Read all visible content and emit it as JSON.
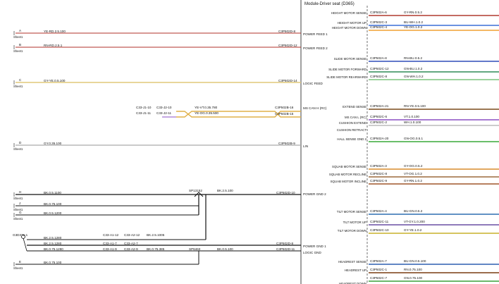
{
  "header": {
    "module_title": "Module-Driver seat (D365)"
  },
  "sheet_label": "Sheet1",
  "left": [
    {
      "pin": "A",
      "wire": "YE-RD.2.5.100",
      "conn": "C3P502D-8",
      "net": "POWER FEED 1"
    },
    {
      "pin": "B",
      "wire": "RN-RD.2.5.1",
      "conn": "C3P502D-12",
      "net": "POWER FEED 2"
    },
    {
      "pin": "C",
      "wire": "GY-YE.0.5.100",
      "conn": "C3P502D-14",
      "net": "LOGIC FEED"
    },
    {
      "pin": "D",
      "wire": "GY.0.35.100",
      "conn": "C3P502B-9",
      "net": "LIN"
    },
    {
      "pin": "H",
      "wire": "BK.0.5.1100",
      "conn": "C3P502D-10",
      "net": "POWER GND 2"
    },
    {
      "pin": "J",
      "wire": "BK.0.75.100",
      "conn": "",
      "net": ""
    },
    {
      "pin": "G",
      "wire": "BK.0.5.1200",
      "conn": "",
      "net": ""
    },
    {
      "pin": "G3D376-1",
      "wire": "BK.2.5.1280",
      "conn": "",
      "net": ""
    },
    {
      "pin": "",
      "wire": "BK.2.5.1280",
      "conn": "C3P502D-8",
      "net": "POWER GND 1"
    },
    {
      "pin": "",
      "wire": "BK.0.75.1280",
      "conn": "C3P502D-11",
      "net": "LOGIC GND"
    },
    {
      "pin": "E",
      "wire": "BK.0.75.100",
      "conn": "",
      "net": ""
    }
  ],
  "can": {
    "j1": "C33-J1-10",
    "j2": "C33-J2-10",
    "j3": "C33-J1-11",
    "j4": "C33-J2-11",
    "w1": "YE-VT.0.35.780",
    "w2": "YE-OG.0.35.500",
    "c1": "C3P502B-16",
    "c2": "C3P502B-15"
  },
  "splices": {
    "sp1": "SP13152",
    "sp1_wire": "BK.2.5.100",
    "a1": "C33-A1-12",
    "a2": "C33-A2-12",
    "a_wire": "BK.2.5.1005",
    "b1": "C33-A1-7",
    "b2": "C33-A2-7",
    "c1": "C33-A1-9",
    "c2": "C33-A2-9",
    "c_wire": "BK.0.75.385",
    "sp2": "SP6463",
    "sp2_wire": "BK.0.5.100"
  },
  "right": [
    {
      "signal": "HEIGHT MOTOR SENSE",
      "conn": "C3P502A-6",
      "wire": "GY-RN.0.5.2",
      "color": "#b03a2e"
    },
    {
      "signal": "HEIGHT MOTOR UP",
      "conn": "C3P502C-3",
      "wire": "BU-WH.1.0.2",
      "color": "#3b6fd6"
    },
    {
      "signal": "HEIGHT MOTOR DOWN",
      "conn": "C3P502C-4",
      "wire": "YE-OG.1.0.2",
      "color": "#f0a030"
    },
    {
      "signal": "SLIDE MOTOR SENSE",
      "conn": "C3P502A-8",
      "wire": "RN-BU.0.5.2",
      "color": "#2e4bb8"
    },
    {
      "signal": "SLIDE MOTOR FORWARD",
      "conn": "C3P502C-12",
      "wire": "GN-BU.1.0.2",
      "color": "#2e8b57"
    },
    {
      "signal": "SLIDE MOTOR REARWARD",
      "conn": "C3P502C-8",
      "wire": "GN-WH.1.0.2",
      "color": "#7cc47c"
    },
    {
      "signal": "EXTEND SENSE",
      "conn": "C3P502A-21",
      "wire": "RN-YE.0.5.100",
      "color": "#7a4a1a"
    },
    {
      "signal": "MS CAN L (RC)",
      "conn": "C3P502C-6",
      "wire": "VT.1.0.100",
      "color": "#8a4fc4"
    },
    {
      "signal": "CUSHION EXTEND",
      "conn": "C3P502C-2",
      "wire": "WH.1.0.100",
      "color": "#bbbbbb"
    },
    {
      "signal": "CUSHION RETRACT",
      "conn": "",
      "wire": "",
      "color": ""
    },
    {
      "signal": "HALL SENSE GND 2",
      "conn": "C3P502A-20",
      "wire": "GN-OG.0.5.1",
      "color": "#38a838"
    },
    {
      "signal": "SQUAB MOTOR SENSE",
      "conn": "C3P502A-3",
      "wire": "GY-OG.0.5.2",
      "color": "#d98b2b"
    },
    {
      "signal": "SQUAB MOTOR RECLINE",
      "conn": "C3P502C-8",
      "wire": "VT-OG.1.0.2",
      "color": "#9b6a3c"
    },
    {
      "signal": "SQUAB MOTOR INCLINE",
      "conn": "C3P502C-9",
      "wire": "GY-RN.1.0.2",
      "color": "#a0562a"
    },
    {
      "signal": "TILT MOTOR SENSE",
      "conn": "C3P502A-4",
      "wire": "BU-GN.0.5.2",
      "color": "#2d6fb0"
    },
    {
      "signal": "TILT MOTOR UP",
      "conn": "C3P502C-11",
      "wire": "VT-GY.1.0.200",
      "color": "#6a4fa4"
    },
    {
      "signal": "TILT MOTOR DOWN",
      "conn": "C3P502C-10",
      "wire": "GY-YE.1.0.2",
      "color": "#c8b02a"
    },
    {
      "signal": "HEADREST SENSE",
      "conn": "C3P502A-7",
      "wire": "BU-GN.0.5.100",
      "color": "#2d5fb0"
    },
    {
      "signal": "HEADREST UP",
      "conn": "C3P502C-1",
      "wire": "RN.0.75.100",
      "color": "#7a3d12"
    },
    {
      "signal": "",
      "conn": "C3P502C-7",
      "wire": "GN.0.75.100",
      "color": "#3aa03a"
    }
  ],
  "extra_right_labels": {
    "ms_can_h": "MS CAN H (RC)",
    "headrest_down": "HEADREST DOWN"
  },
  "colors": {
    "red": "#b0322a",
    "black": "#111111",
    "gray": "#9a9a9a",
    "ochre": "#e0b048"
  }
}
